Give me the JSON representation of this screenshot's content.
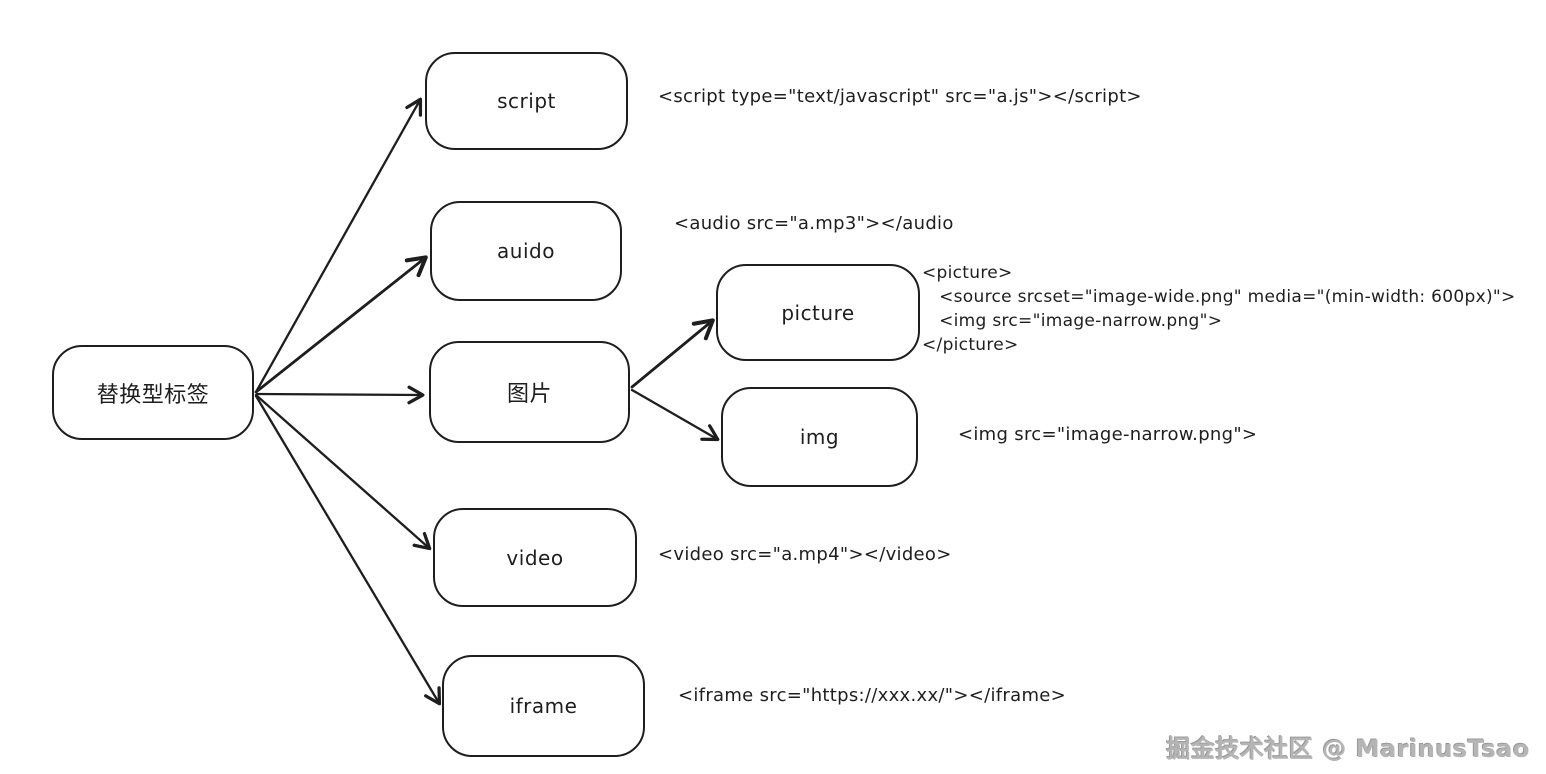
{
  "diagram": {
    "root": {
      "label": "替换型标签"
    },
    "nodes": {
      "script": {
        "label": "script",
        "annotation": "<script type=\"text/javascript\" src=\"a.js\"></script>"
      },
      "audio": {
        "label": "auido",
        "annotation": "<audio src=\"a.mp3\"></audio"
      },
      "image": {
        "label": "图片"
      },
      "picture": {
        "label": "picture",
        "annotation_lines": [
          "<picture>",
          "   <source srcset=\"image-wide.png\" media=\"(min-width: 600px)\">",
          "   <img src=\"image-narrow.png\">",
          "</picture>"
        ]
      },
      "img": {
        "label": "img",
        "annotation": "<img src=\"image-narrow.png\">"
      },
      "video": {
        "label": "video",
        "annotation": "<video src=\"a.mp4\"></video>"
      },
      "iframe": {
        "label": "iframe",
        "annotation": "<iframe src=\"https://xxx.xx/\"></iframe>"
      }
    },
    "stroke_color": "#1e1e1e",
    "watermark": "掘金技术社区 @ MarinusTsao"
  }
}
